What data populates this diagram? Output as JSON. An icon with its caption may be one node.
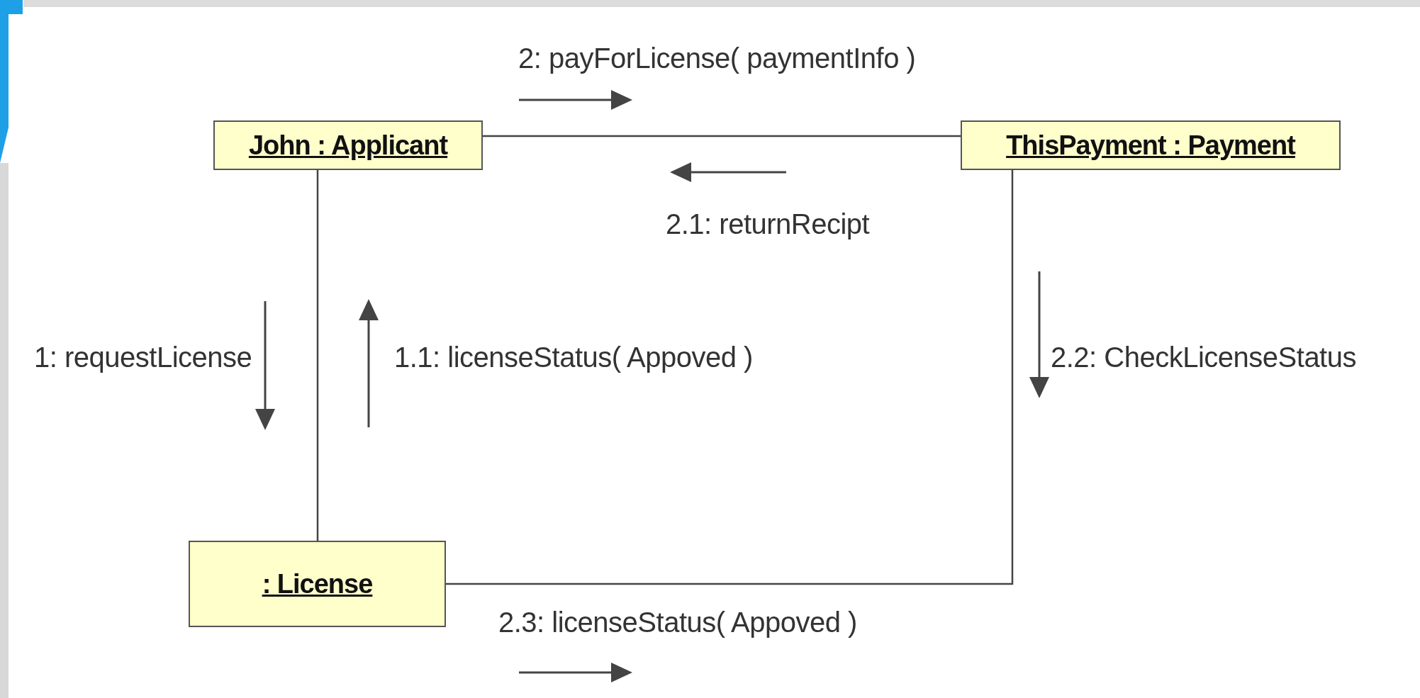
{
  "diagram": {
    "nodes": [
      {
        "text": [
          "John : Applicant"
        ]
      },
      {
        "text": [
          "ThisPayment : Payment"
        ]
      },
      {
        "text": [
          ": License"
        ]
      }
    ],
    "edges": [
      {
        "from": 0,
        "to": 1,
        "arrow": "none"
      },
      {
        "from": 0,
        "to": 2,
        "arrow": "none"
      },
      {
        "from": 1,
        "to": 2,
        "arrow": "none"
      }
    ],
    "labels": [
      "2: payForLicense( paymentInfo )",
      "2.1: returnRecipt",
      "1: requestLicense",
      "1.1: licenseStatus( Appoved )",
      "2.2: CheckLicenseStatus",
      "2.3: licenseStatus( Appoved )"
    ]
  }
}
